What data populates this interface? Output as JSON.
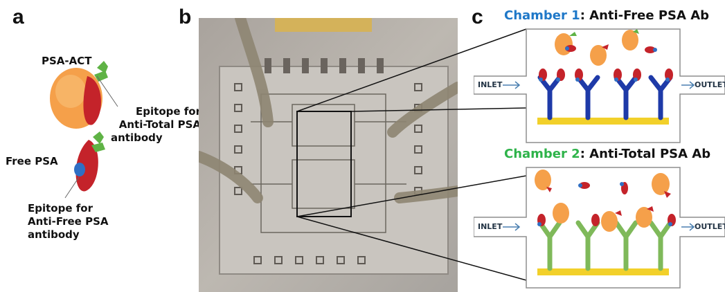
{
  "panels": {
    "a": "a",
    "b": "b",
    "c": "c"
  },
  "panel_a": {
    "psa_act_label": "PSA-ACT",
    "free_psa_label": "Free PSA",
    "epitope_total_lines": [
      "Epitope  for",
      "Anti-Total PSA",
      "antibody"
    ],
    "epitope_free_lines": [
      "Epitope  for",
      "Anti-Free PSA",
      "antibody"
    ],
    "colors": {
      "act_orange": "#f5a04a",
      "psa_red": "#c4232a",
      "epitope_green": "#5fb345",
      "epitope_blue": "#2f6fc4"
    }
  },
  "panel_b": {
    "description_icon": "microfluidic-chip-photo"
  },
  "panel_c": {
    "chamber1": {
      "prefix": "Chamber 1",
      "suffix": ": Anti-Free PSA Ab",
      "prefix_color": "#1f78c8",
      "antibody_color": "#1e3aa8"
    },
    "chamber2": {
      "prefix": "Chamber 2",
      "suffix": ":  Anti-Total PSA Ab",
      "prefix_color": "#2eb34a",
      "antibody_color": "#7fb95a"
    },
    "inlet": "INLET",
    "outlet": "OUTLET",
    "substrate_color": "#f2d02a"
  }
}
